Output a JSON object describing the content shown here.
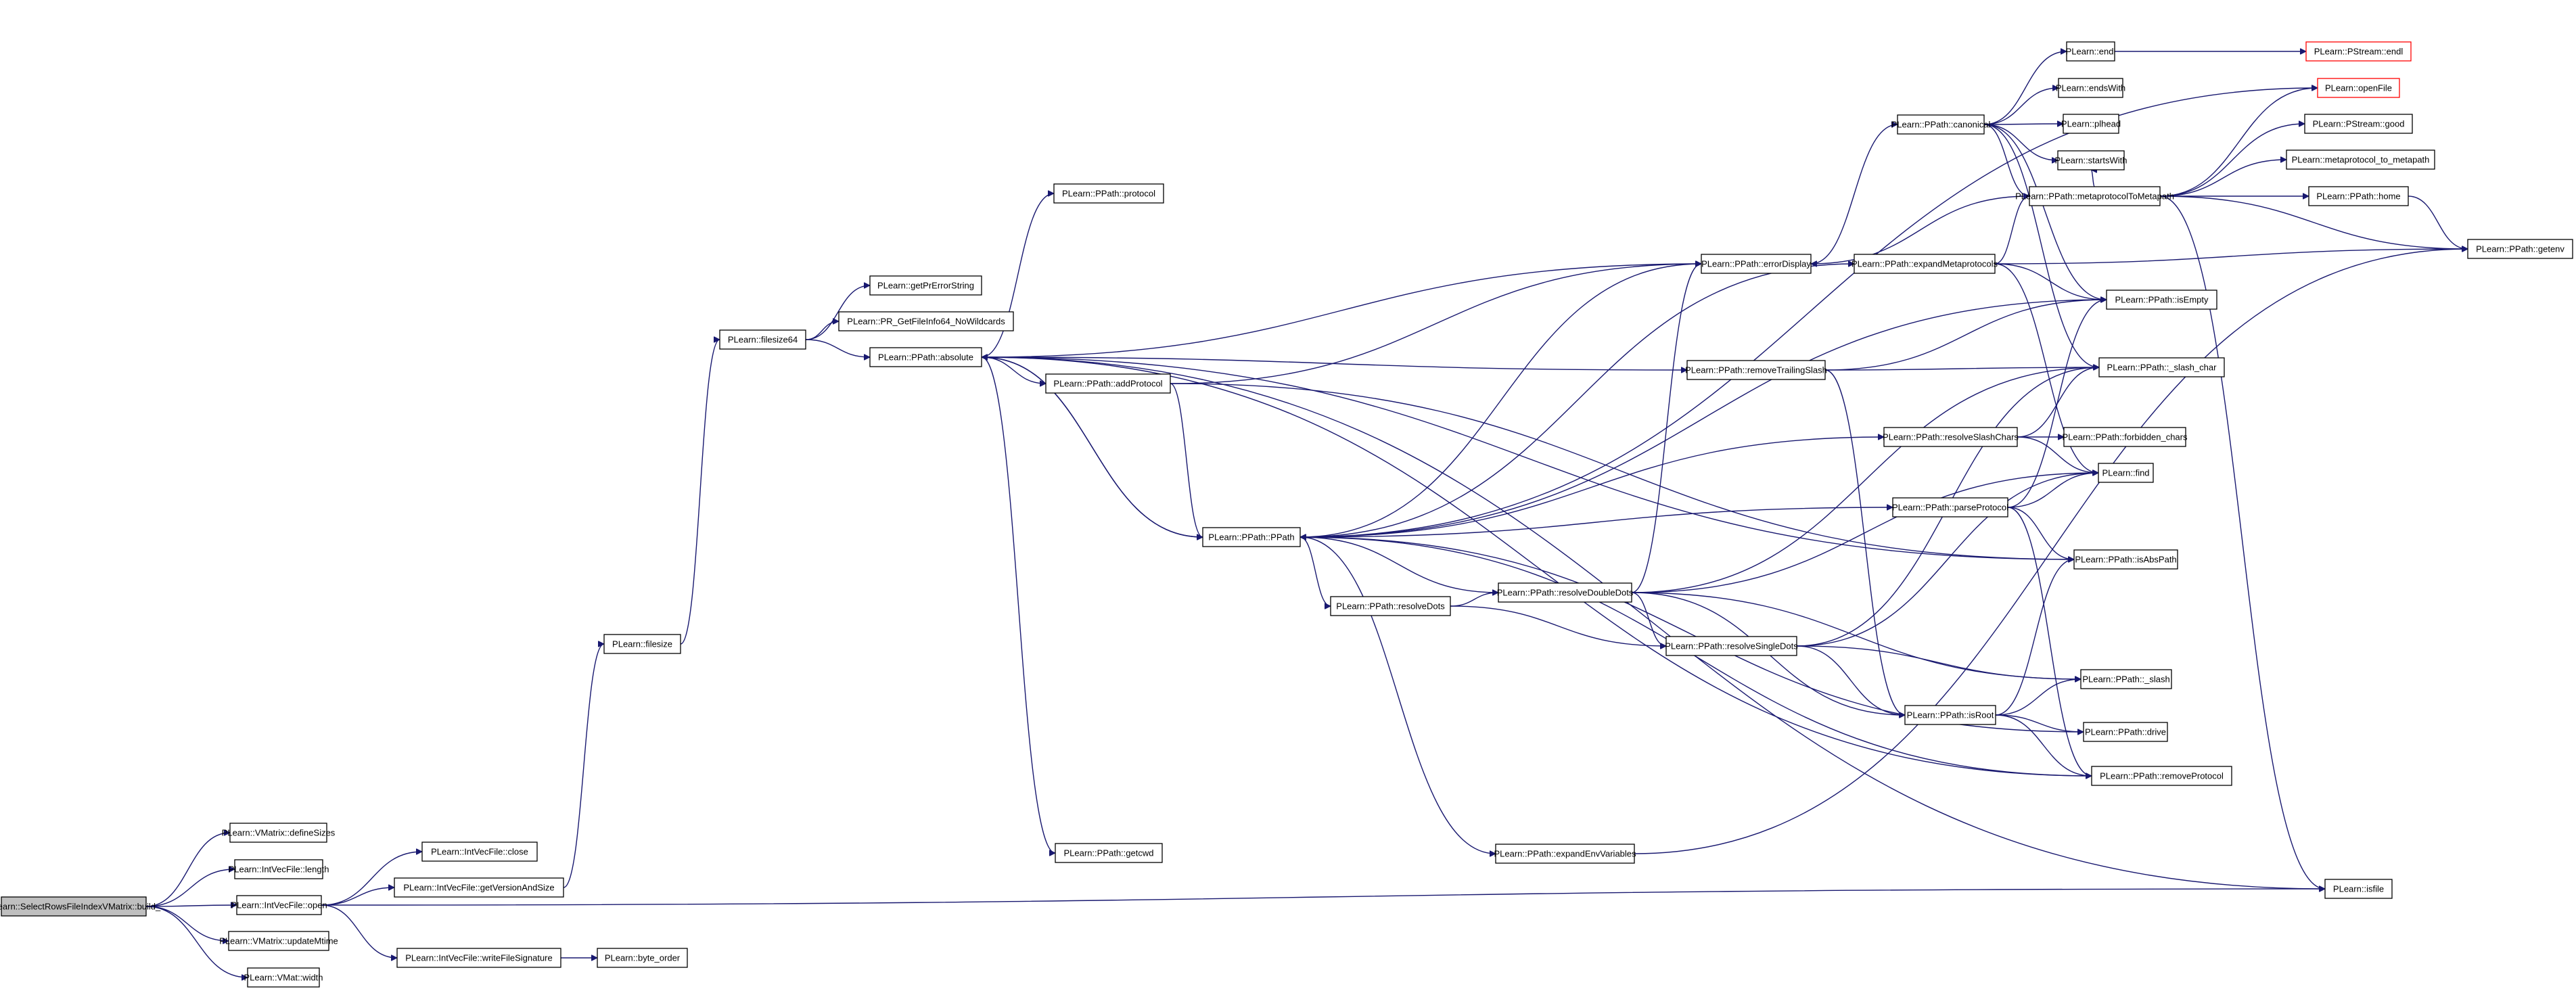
{
  "diagram": {
    "type": "call-graph",
    "root": "PLearn::SelectRowsFileIndexVMatrix::build_",
    "colors": {
      "edge": "#191970",
      "node_border": "#000000",
      "root_fill": "#bfbfbf",
      "truncated_border": "#ff0000"
    },
    "nodes": [
      {
        "id": "build_",
        "label": "PLearn::SelectRowsFileIndexVMatrix::build_",
        "style": "root"
      },
      {
        "id": "defineSizes",
        "label": "PLearn::VMatrix::defineSizes"
      },
      {
        "id": "ivf_length",
        "label": "PLearn::IntVecFile::length"
      },
      {
        "id": "ivf_open",
        "label": "PLearn::IntVecFile::open"
      },
      {
        "id": "updateMtime",
        "label": "PLearn::VMatrix::updateMtime"
      },
      {
        "id": "vmat_width",
        "label": "PLearn::VMat::width"
      },
      {
        "id": "ivf_close",
        "label": "PLearn::IntVecFile::close"
      },
      {
        "id": "ivf_getVersion",
        "label": "PLearn::IntVecFile::getVersionAndSize"
      },
      {
        "id": "ivf_writeSig",
        "label": "PLearn::IntVecFile::writeFileSignature"
      },
      {
        "id": "byte_order",
        "label": "PLearn::byte_order"
      },
      {
        "id": "filesize",
        "label": "PLearn::filesize"
      },
      {
        "id": "filesize64",
        "label": "PLearn::filesize64"
      },
      {
        "id": "getPrErrorString",
        "label": "PLearn::getPrErrorString"
      },
      {
        "id": "PR_GetFileInfo64",
        "label": "PLearn::PR_GetFileInfo64_NoWildcards"
      },
      {
        "id": "absolute",
        "label": "PLearn::PPath::absolute"
      },
      {
        "id": "protocol",
        "label": "PLearn::PPath::protocol"
      },
      {
        "id": "addProtocol",
        "label": "PLearn::PPath::addProtocol"
      },
      {
        "id": "getcwd",
        "label": "PLearn::PPath::getcwd"
      },
      {
        "id": "PPath",
        "label": "PLearn::PPath::PPath"
      },
      {
        "id": "resolveDots",
        "label": "PLearn::PPath::resolveDots"
      },
      {
        "id": "resolveDoubleDots",
        "label": "PLearn::PPath::resolveDoubleDots"
      },
      {
        "id": "resolveSingleDots",
        "label": "PLearn::PPath::resolveSingleDots"
      },
      {
        "id": "expandEnvVariables",
        "label": "PLearn::PPath::expandEnvVariables"
      },
      {
        "id": "errorDisplay",
        "label": "PLearn::PPath::errorDisplay"
      },
      {
        "id": "removeTrailingSlash",
        "label": "PLearn::PPath::removeTrailingSlash"
      },
      {
        "id": "canonical",
        "label": "PLearn::PPath::canonical"
      },
      {
        "id": "expandMetaprotocols",
        "label": "PLearn::PPath::expandMetaprotocols"
      },
      {
        "id": "resolveSlashChars",
        "label": "PLearn::PPath::resolveSlashChars"
      },
      {
        "id": "parseProtocol",
        "label": "PLearn::PPath::parseProtocol"
      },
      {
        "id": "isRoot",
        "label": "PLearn::PPath::isRoot"
      },
      {
        "id": "endl",
        "label": "PLearn::endl"
      },
      {
        "id": "endsWith",
        "label": "PLearn::endsWith"
      },
      {
        "id": "plhead",
        "label": "PLearn::plhead"
      },
      {
        "id": "startsWith",
        "label": "PLearn::startsWith"
      },
      {
        "id": "metaprotocolToMetapath",
        "label": "PLearn::PPath::metaprotocolToMetapath"
      },
      {
        "id": "isEmpty",
        "label": "PLearn::PPath::isEmpty"
      },
      {
        "id": "slash_char",
        "label": "PLearn::PPath::_slash_char"
      },
      {
        "id": "forbidden_chars",
        "label": "PLearn::PPath::forbidden_chars"
      },
      {
        "id": "find",
        "label": "PLearn::find"
      },
      {
        "id": "isAbsPath",
        "label": "PLearn::PPath::isAbsPath"
      },
      {
        "id": "slash",
        "label": "PLearn::PPath::_slash"
      },
      {
        "id": "drive",
        "label": "PLearn::PPath::drive"
      },
      {
        "id": "removeProtocol",
        "label": "PLearn::PPath::removeProtocol"
      },
      {
        "id": "isfile",
        "label": "PLearn::isfile"
      },
      {
        "id": "pstream_endl",
        "label": "PLearn::PStream::endl",
        "style": "truncated"
      },
      {
        "id": "openFile",
        "label": "PLearn::openFile",
        "style": "truncated"
      },
      {
        "id": "pstream_good",
        "label": "PLearn::PStream::good"
      },
      {
        "id": "metaprotocol_to_metapath",
        "label": "PLearn::metaprotocol_to_metapath"
      },
      {
        "id": "home",
        "label": "PLearn::PPath::home"
      },
      {
        "id": "getenv",
        "label": "PLearn::PPath::getenv"
      }
    ],
    "edges": [
      [
        "build_",
        "defineSizes"
      ],
      [
        "build_",
        "ivf_length"
      ],
      [
        "build_",
        "ivf_open"
      ],
      [
        "build_",
        "updateMtime"
      ],
      [
        "build_",
        "vmat_width"
      ],
      [
        "ivf_open",
        "ivf_close"
      ],
      [
        "ivf_open",
        "ivf_getVersion"
      ],
      [
        "ivf_open",
        "ivf_writeSig"
      ],
      [
        "ivf_open",
        "isfile"
      ],
      [
        "ivf_writeSig",
        "byte_order"
      ],
      [
        "ivf_getVersion",
        "filesize"
      ],
      [
        "filesize",
        "filesize64"
      ],
      [
        "filesize64",
        "getPrErrorString"
      ],
      [
        "filesize64",
        "PR_GetFileInfo64"
      ],
      [
        "filesize64",
        "absolute"
      ],
      [
        "absolute",
        "protocol"
      ],
      [
        "absolute",
        "addProtocol"
      ],
      [
        "absolute",
        "getcwd"
      ],
      [
        "absolute",
        "PPath"
      ],
      [
        "absolute",
        "isAbsPath"
      ],
      [
        "absolute",
        "removeTrailingSlash"
      ],
      [
        "absolute",
        "errorDisplay"
      ],
      [
        "addProtocol",
        "PPath"
      ],
      [
        "addProtocol",
        "errorDisplay"
      ],
      [
        "addProtocol",
        "isAbsPath"
      ],
      [
        "PPath",
        "absolute"
      ],
      [
        "PPath",
        "resolveDots"
      ],
      [
        "PPath",
        "expandEnvVariables"
      ],
      [
        "PPath",
        "errorDisplay"
      ],
      [
        "PPath",
        "expandMetaprotocols"
      ],
      [
        "PPath",
        "resolveSlashChars"
      ],
      [
        "PPath",
        "parseProtocol"
      ],
      [
        "PPath",
        "isEmpty"
      ],
      [
        "PPath",
        "openFile"
      ],
      [
        "resolveDots",
        "resolveDoubleDots"
      ],
      [
        "resolveDots",
        "resolveSingleDots"
      ],
      [
        "resolveDoubleDots",
        "PPath"
      ],
      [
        "resolveDoubleDots",
        "resolveSingleDots"
      ],
      [
        "resolveDoubleDots",
        "isRoot"
      ],
      [
        "resolveDoubleDots",
        "slash"
      ],
      [
        "resolveDoubleDots",
        "slash_char"
      ],
      [
        "resolveDoubleDots",
        "find"
      ],
      [
        "resolveDoubleDots",
        "errorDisplay"
      ],
      [
        "resolveSingleDots",
        "slash"
      ],
      [
        "resolveSingleDots",
        "slash_char"
      ],
      [
        "resolveSingleDots",
        "isRoot"
      ],
      [
        "resolveSingleDots",
        "find"
      ],
      [
        "expandEnvVariables",
        "getenv"
      ],
      [
        "errorDisplay",
        "canonical"
      ],
      [
        "removeTrailingSlash",
        "isEmpty"
      ],
      [
        "removeTrailingSlash",
        "slash_char"
      ],
      [
        "removeTrailingSlash",
        "isRoot"
      ],
      [
        "canonical",
        "endl"
      ],
      [
        "canonical",
        "endsWith"
      ],
      [
        "canonical",
        "plhead"
      ],
      [
        "canonical",
        "startsWith"
      ],
      [
        "canonical",
        "metaprotocolToMetapath"
      ],
      [
        "canonical",
        "isEmpty"
      ],
      [
        "canonical",
        "slash_char"
      ],
      [
        "expandMetaprotocols",
        "metaprotocolToMetapath"
      ],
      [
        "expandMetaprotocols",
        "isEmpty"
      ],
      [
        "expandMetaprotocols",
        "find"
      ],
      [
        "expandMetaprotocols",
        "getenv"
      ],
      [
        "metaprotocolToMetapath",
        "openFile"
      ],
      [
        "metaprotocolToMetapath",
        "pstream_good"
      ],
      [
        "metaprotocolToMetapath",
        "metaprotocol_to_metapath"
      ],
      [
        "metaprotocolToMetapath",
        "home"
      ],
      [
        "metaprotocolToMetapath",
        "getenv"
      ],
      [
        "metaprotocolToMetapath",
        "isfile"
      ],
      [
        "metaprotocolToMetapath",
        "errorDisplay"
      ],
      [
        "metaprotocolToMetapath",
        "startsWith"
      ],
      [
        "resolveSlashChars",
        "forbidden_chars"
      ],
      [
        "resolveSlashChars",
        "find"
      ],
      [
        "resolveSlashChars",
        "slash_char"
      ],
      [
        "parseProtocol",
        "find"
      ],
      [
        "parseProtocol",
        "isAbsPath"
      ],
      [
        "parseProtocol",
        "isEmpty"
      ],
      [
        "parseProtocol",
        "removeProtocol"
      ],
      [
        "isRoot",
        "slash"
      ],
      [
        "isRoot",
        "drive"
      ],
      [
        "isRoot",
        "isAbsPath"
      ],
      [
        "isRoot",
        "removeProtocol"
      ],
      [
        "drive",
        "PPath"
      ],
      [
        "removeProtocol",
        "PPath"
      ],
      [
        "removeProtocol",
        "absolute"
      ],
      [
        "endl",
        "pstream_endl"
      ],
      [
        "home",
        "getenv"
      ],
      [
        "isfile",
        "absolute"
      ]
    ]
  }
}
